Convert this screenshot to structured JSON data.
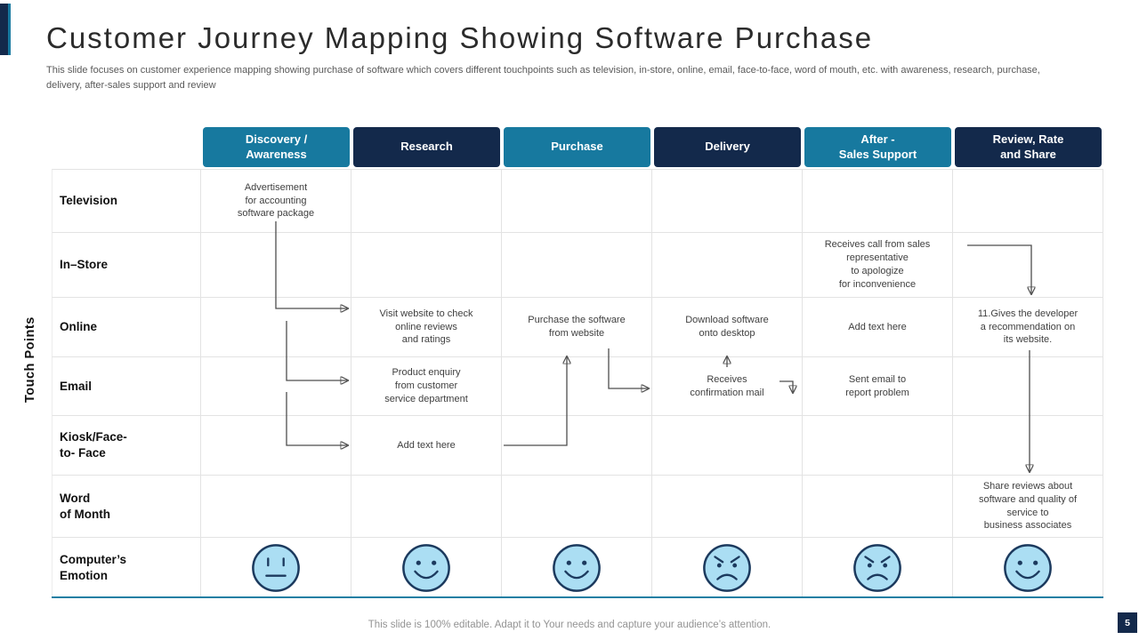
{
  "slide": {
    "title": "Customer Journey Mapping Showing Software Purchase",
    "subtitle": "This slide focuses on customer experience mapping showing purchase of software which covers different touchpoints such as television, in-store, online, email, face-to-face, word of mouth, etc.  with awareness, research, purchase, delivery, after-sales support and review",
    "side_label": "Touch Points",
    "footer": "This slide is 100% editable. Adapt it to Your needs and capture your audience’s attention.",
    "page_number": "5"
  },
  "colors": {
    "stage_teal": "#17799F",
    "stage_navy": "#13294B",
    "face_fill": "#ABDEF3",
    "face_stroke": "#1C3A5E",
    "arrow": "#4D4D4D",
    "table_underline": "#1B7FA3"
  },
  "stages": [
    {
      "label": "Discovery /\nAwareness",
      "color": "teal"
    },
    {
      "label": "Research",
      "color": "navy"
    },
    {
      "label": "Purchase",
      "color": "teal"
    },
    {
      "label": "Delivery",
      "color": "navy"
    },
    {
      "label": "After -\nSales Support",
      "color": "teal"
    },
    {
      "label": "Review, Rate\nand Share",
      "color": "navy"
    }
  ],
  "rows": [
    {
      "label": "Television",
      "cells": [
        "Advertisement\nfor accounting\nsoftware package",
        "",
        "",
        "",
        "",
        ""
      ]
    },
    {
      "label": "In–Store",
      "cells": [
        "",
        "",
        "",
        "",
        "Receives call from sales\nrepresentative\nto apologize\nfor inconvenience",
        ""
      ]
    },
    {
      "label": "Online",
      "cells": [
        "",
        "Visit website to check\nonline reviews\nand ratings",
        "Purchase the software\nfrom website",
        "Download software\nonto desktop",
        "Add text here",
        "11.Gives the developer\na recommendation on\nits website."
      ]
    },
    {
      "label": "Email",
      "cells": [
        "",
        "Product enquiry\nfrom customer\nservice department",
        "",
        "Receives\nconfirmation mail",
        "Sent email to\nreport problem",
        ""
      ]
    },
    {
      "label": "Kiosk/Face-\nto- Face",
      "cells": [
        "",
        "Add text here",
        "",
        "",
        "",
        ""
      ]
    },
    {
      "label": "Word\nof Month",
      "cells": [
        "",
        "",
        "",
        "",
        "",
        "Share reviews about\nsoftware and quality of\nservice to\nbusiness associates"
      ]
    }
  ],
  "emotion_row": {
    "label": "Computer’s\nEmotion",
    "faces": [
      "neutral",
      "happy",
      "happy",
      "angry",
      "angry",
      "happy"
    ]
  }
}
